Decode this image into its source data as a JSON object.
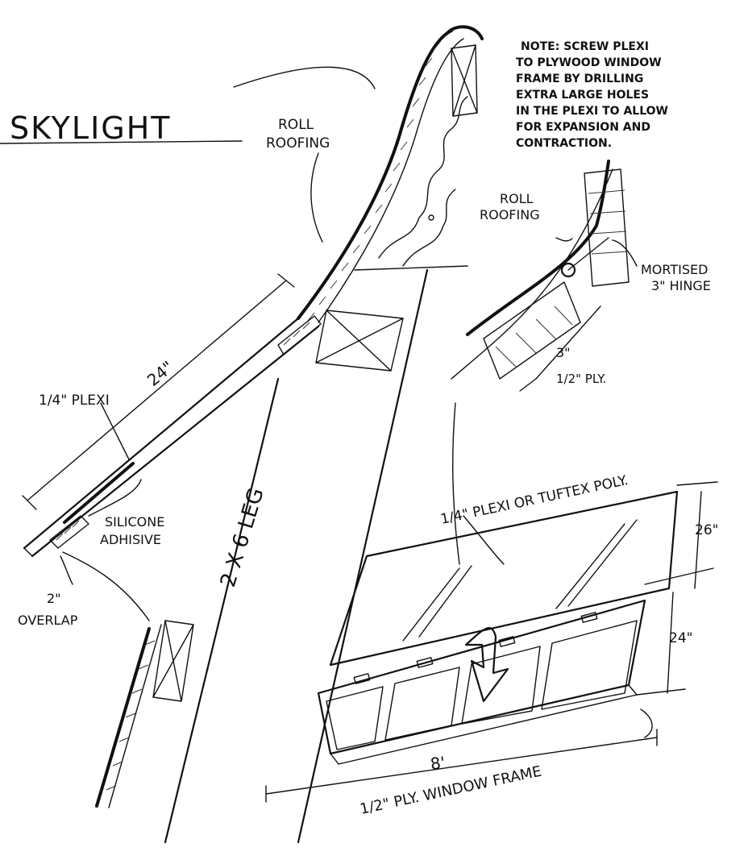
{
  "title": "SKYLIGHT",
  "note": [
    "NOTE:  SCREW PLEXI",
    "TO PLYWOOD WINDOW",
    "FRAME BY DRILLING",
    "EXTRA LARGE HOLES",
    "IN THE PLEXI TO ALLOW",
    "FOR EXPANSION AND",
    "CONTRACTION."
  ],
  "labels": {
    "roll_roofing_main": [
      "ROLL",
      "ROOFING"
    ],
    "roll_roofing_detail": [
      "ROLL",
      "ROOFING"
    ],
    "mortised_hinge": [
      "MORTISED",
      "3\" HINGE"
    ],
    "dim_3in": "3\"",
    "half_ply": "1/2\" PLY.",
    "dim_24": "24\"",
    "quarter_plexi": "1/4\" PLEXI",
    "silicone": [
      "SILICONE",
      "ADHISIVE"
    ],
    "overlap": [
      "2\"",
      "OVERLAP"
    ],
    "leg": "2 X 6 LEG",
    "plexi_or_tuftex": "1/4\" PLEXI OR TUFTEX POLY.",
    "dim_26": "26\"",
    "dim_24_frame": "24\"",
    "dim_8ft": "8'",
    "window_frame": "1/2\" PLY. WINDOW FRAME"
  },
  "colors": {
    "ink": "#111111",
    "paper": "#ffffff"
  }
}
